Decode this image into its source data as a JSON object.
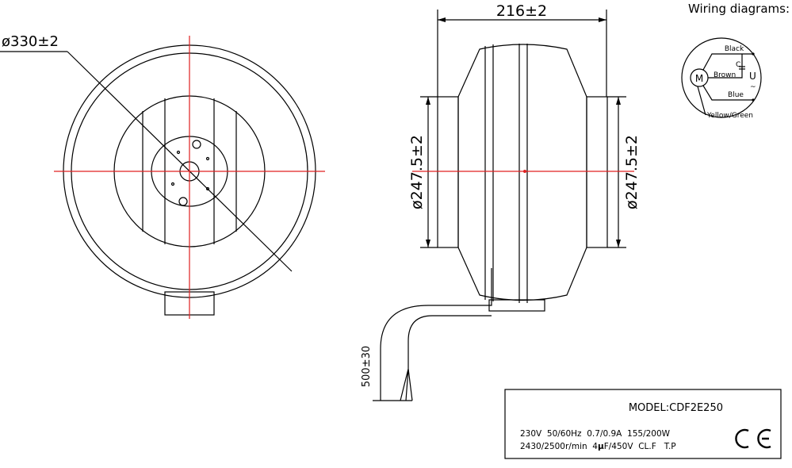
{
  "front_view": {
    "diameter_label": "ø330±2"
  },
  "side_view": {
    "width_label": "216±2",
    "left_inlet_label": "ø247.5±2",
    "right_inlet_label": "ø247.5±2",
    "cable_length_label": "500±30"
  },
  "wiring": {
    "title": "Wiring diagrams:",
    "motor": "M",
    "wires": [
      "Black",
      "Brown",
      "Blue",
      "Yellow/Green"
    ],
    "capacitor": "C",
    "voltage": "U",
    "ac_symbol": "~"
  },
  "nameplate": {
    "model": "MODEL:CDF2E250",
    "line1": "230V  50/60Hz  0.7/0.9A  155/200W",
    "line2_a": "2430/2500r/min  4",
    "line2_mu": "μ",
    "line2_b": "F/450V  CL.F   T.P",
    "mark": "CE"
  },
  "colors": {
    "centerline": "#e02020",
    "line": "#000000"
  }
}
